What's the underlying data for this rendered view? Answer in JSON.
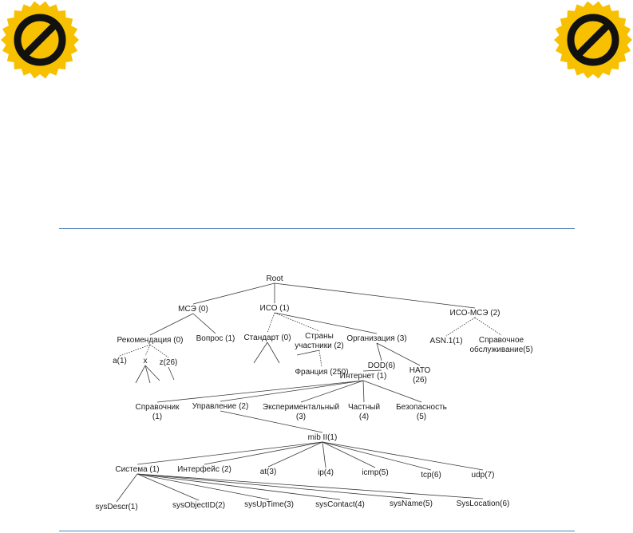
{
  "colors": {
    "badge_fill": "#f7c000",
    "badge_ring": "#111111",
    "rule": "#4f81bd",
    "tree_line": "#3a3a3a"
  },
  "badges": [
    {
      "icon": "no-entry-icon"
    },
    {
      "icon": "no-entry-icon"
    }
  ],
  "tree": {
    "nodes": {
      "root": [
        "Root"
      ],
      "itu": [
        "МСЭ (0)"
      ],
      "iso": [
        "ИСО (1)"
      ],
      "isoitu": [
        "ИСО-МСЭ (2)"
      ],
      "rec": [
        "Рекомендация (0)"
      ],
      "question": [
        "Вопрос (1)"
      ],
      "a1": [
        "a(1)"
      ],
      "x": [
        "x"
      ],
      "z26": [
        "z(26)"
      ],
      "standard": [
        "Стандарт (0)"
      ],
      "members": [
        "Страны",
        "участники (2)"
      ],
      "org": [
        "Организация (3)"
      ],
      "france": [
        "Франция (250)"
      ],
      "dod": [
        "DOD(6)"
      ],
      "nato": [
        "НАТО",
        "(26)"
      ],
      "asn1": [
        "ASN.1(1)"
      ],
      "refservice": [
        "Справочное",
        "обслуживание(5)"
      ],
      "internet": [
        "Интернет (1)"
      ],
      "directory": [
        "Справочник",
        "(1)"
      ],
      "mgmt": [
        "Управление (2)"
      ],
      "experimental": [
        "Экспериментальный",
        "(3)"
      ],
      "private": [
        "Частный",
        "(4)"
      ],
      "security": [
        "Безопасность",
        "(5)"
      ],
      "mib2": [
        "mib II(1)"
      ],
      "system": [
        "Система (1)"
      ],
      "interfaces": [
        "Интерфейс (2)"
      ],
      "at": [
        "at(3)"
      ],
      "ip": [
        "ip(4)"
      ],
      "icmp": [
        "icmp(5)"
      ],
      "tcp": [
        "tcp(6)"
      ],
      "udp": [
        "udp(7)"
      ],
      "sysdescr": [
        "sysDescr(1)"
      ],
      "sysobjectid": [
        "sysObjectID(2)"
      ],
      "sysuptime": [
        "sysUpTime(3)"
      ],
      "syscontact": [
        "sysContact(4)"
      ],
      "sysname": [
        "sysName(5)"
      ],
      "syslocation": [
        "SysLocation(6)"
      ]
    },
    "edges": [
      [
        "root",
        "itu"
      ],
      [
        "root",
        "iso"
      ],
      [
        "root",
        "isoitu"
      ],
      [
        "itu",
        "rec"
      ],
      [
        "itu",
        "question"
      ],
      [
        "rec",
        "a1"
      ],
      [
        "rec",
        "x"
      ],
      [
        "rec",
        "z26"
      ],
      [
        "iso",
        "standard"
      ],
      [
        "iso",
        "members"
      ],
      [
        "iso",
        "org"
      ],
      [
        "members",
        "france"
      ],
      [
        "org",
        "dod"
      ],
      [
        "org",
        "nato"
      ],
      [
        "isoitu",
        "asn1"
      ],
      [
        "isoitu",
        "refservice"
      ],
      [
        "dod",
        "internet"
      ],
      [
        "internet",
        "directory"
      ],
      [
        "internet",
        "mgmt"
      ],
      [
        "internet",
        "experimental"
      ],
      [
        "internet",
        "private"
      ],
      [
        "internet",
        "security"
      ],
      [
        "mgmt",
        "mib2"
      ],
      [
        "mib2",
        "system"
      ],
      [
        "mib2",
        "interfaces"
      ],
      [
        "mib2",
        "at"
      ],
      [
        "mib2",
        "ip"
      ],
      [
        "mib2",
        "icmp"
      ],
      [
        "mib2",
        "tcp"
      ],
      [
        "mib2",
        "udp"
      ],
      [
        "system",
        "sysdescr"
      ],
      [
        "system",
        "sysobjectid"
      ],
      [
        "system",
        "sysuptime"
      ],
      [
        "system",
        "syscontact"
      ],
      [
        "system",
        "sysname"
      ],
      [
        "system",
        "syslocation"
      ]
    ]
  }
}
